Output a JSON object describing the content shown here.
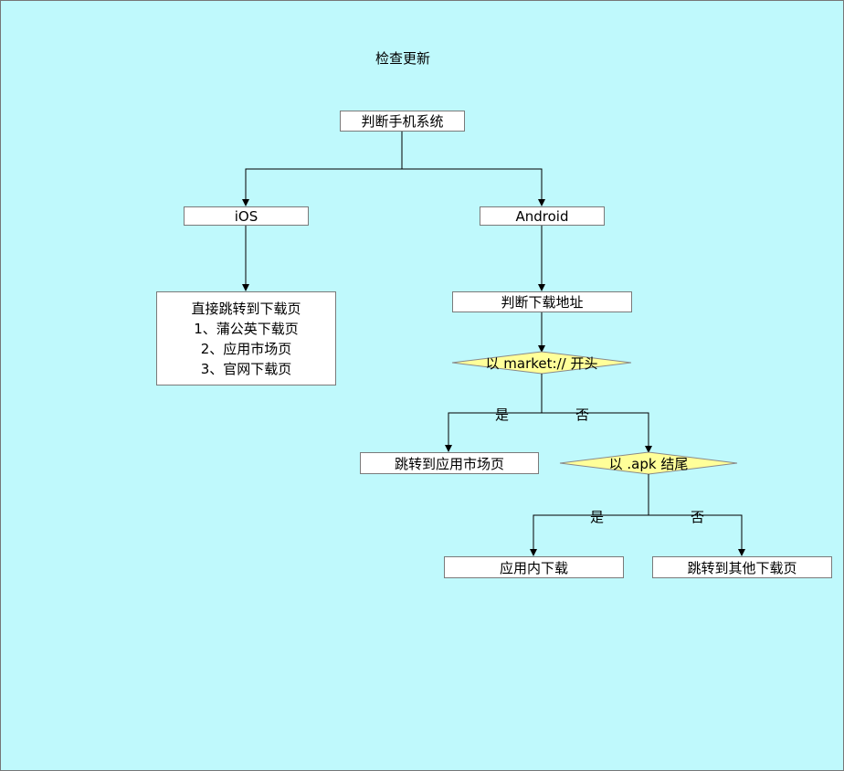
{
  "title": "检查更新",
  "nodes": {
    "root": "判断手机系统",
    "ios": "iOS",
    "android": "Android",
    "ios_action": [
      "直接跳转到下载页",
      "1、蒲公英下载页",
      "2、应用市场页",
      "3、官网下载页"
    ],
    "check_url": "判断下载地址",
    "decision_market": "以 market:// 开头",
    "goto_market": "跳转到应用市场页",
    "decision_apk": "以 .apk 结尾",
    "in_app_download": "应用内下载",
    "goto_other": "跳转到其他下载页"
  },
  "edge_labels": {
    "market_yes": "是",
    "market_no": "否",
    "apk_yes": "是",
    "apk_no": "否"
  },
  "colors": {
    "background": "#bff9fc",
    "decision_fill": "#ffff99",
    "box_fill": "#ffffff",
    "line": "#000000"
  }
}
